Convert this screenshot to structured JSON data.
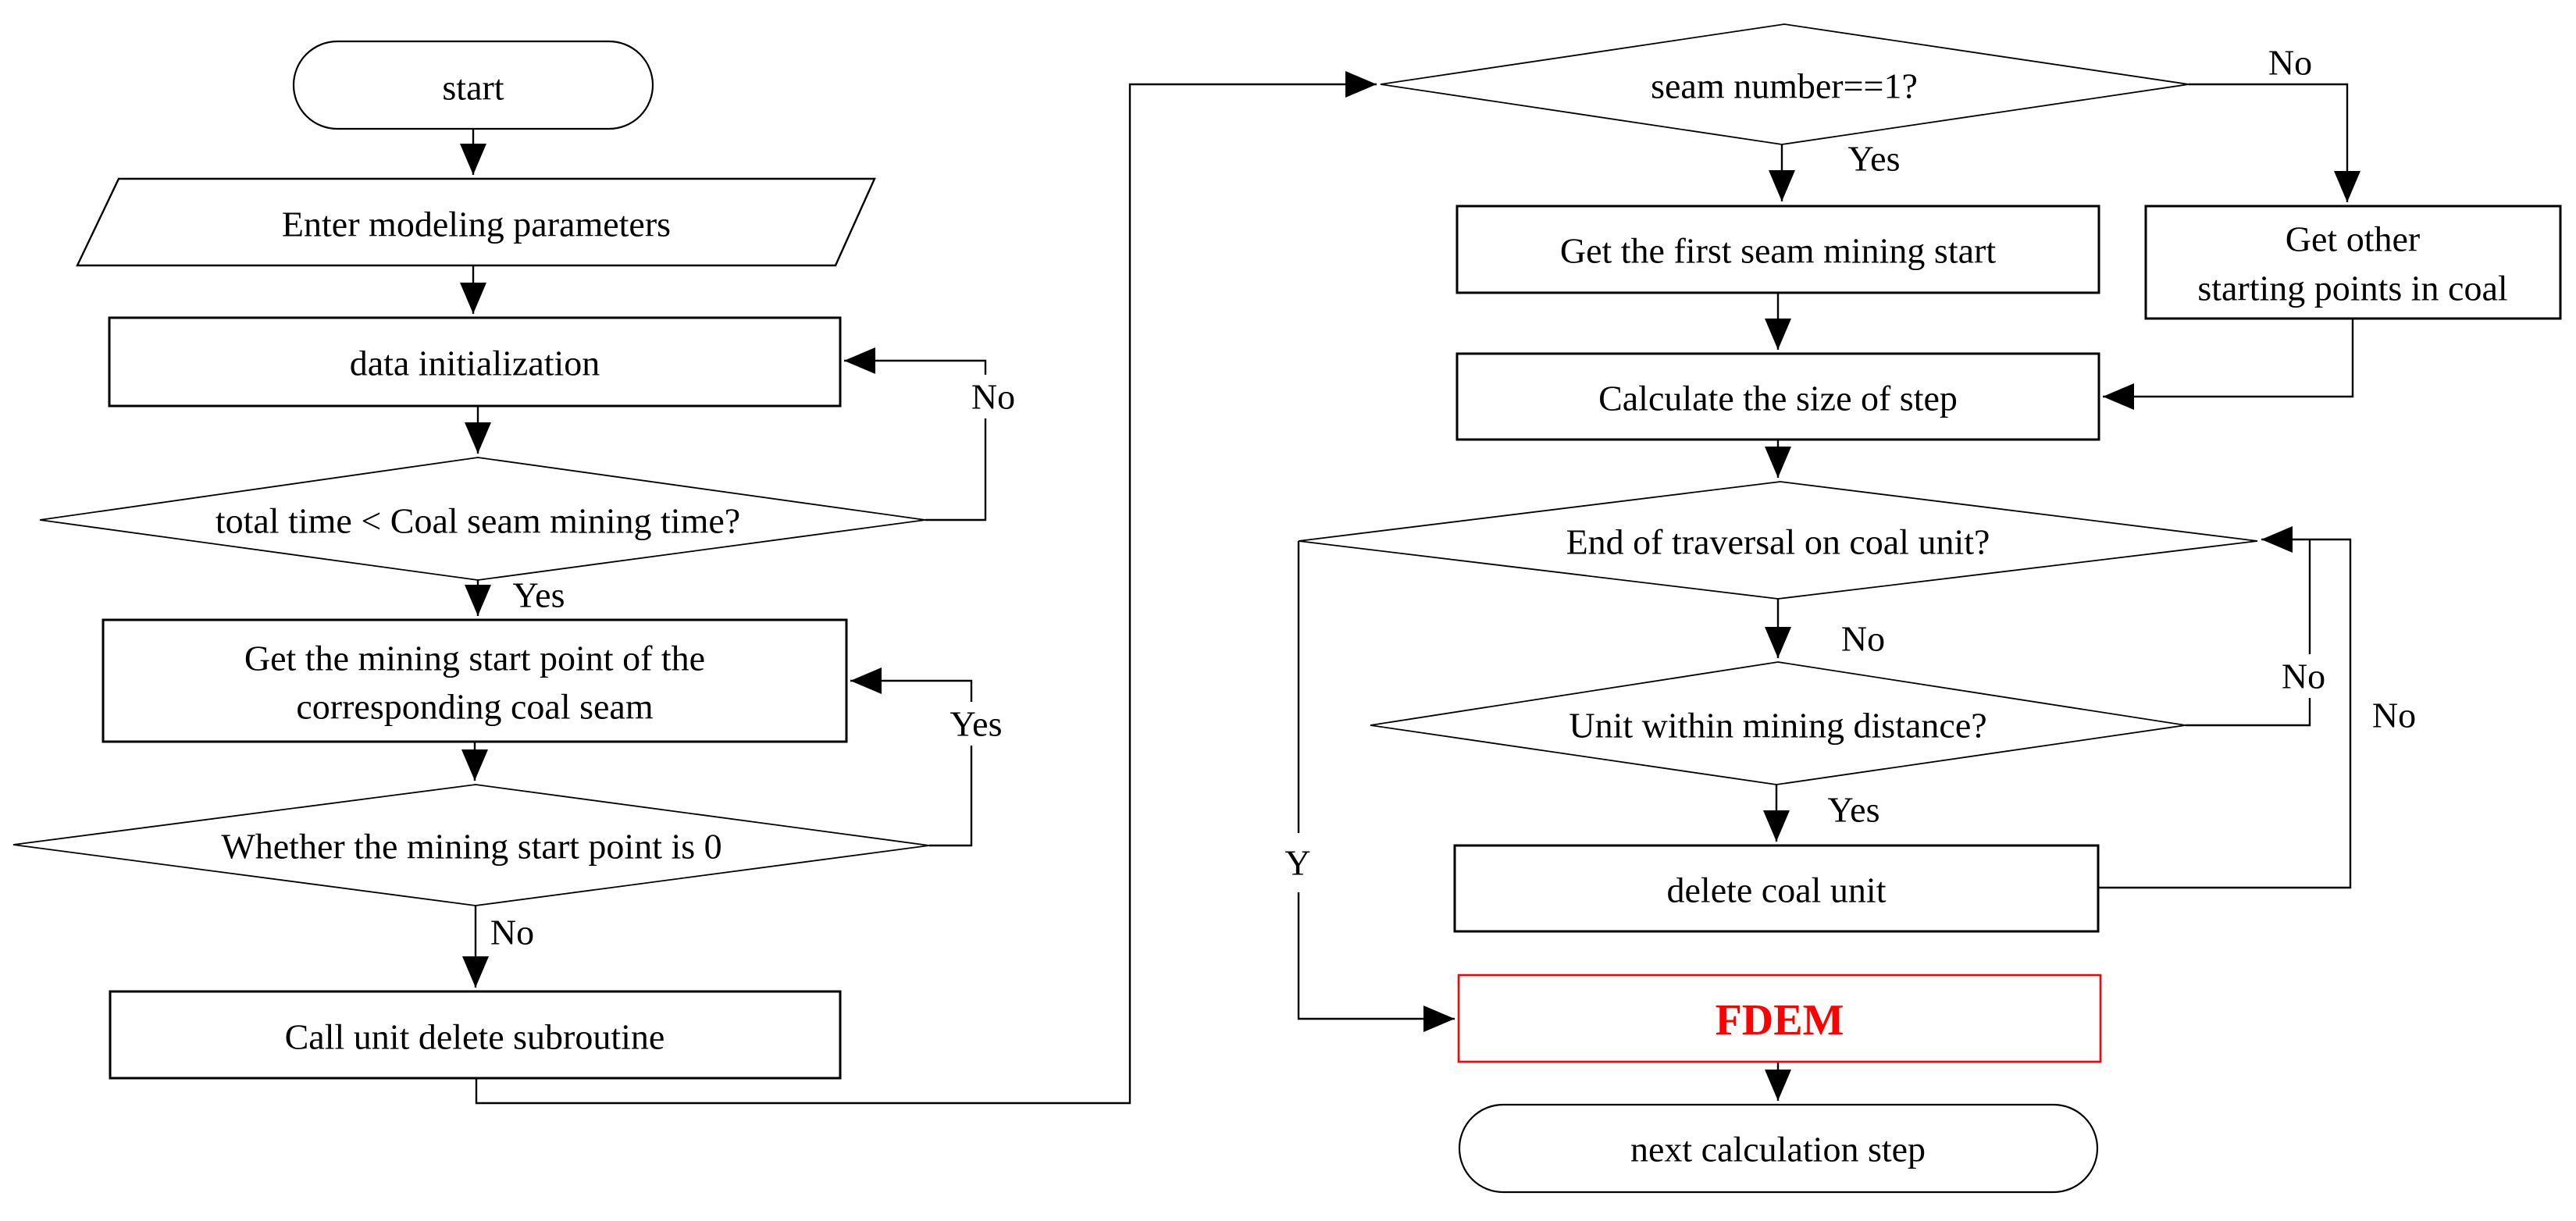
{
  "diagram": {
    "background_color": "#ffffff",
    "line_color": "#000000",
    "highlight_color": "#fe0000",
    "nodes": {
      "start": {
        "type": "terminator",
        "label": "start"
      },
      "enter_params": {
        "type": "io",
        "label": "Enter modeling parameters"
      },
      "data_init": {
        "type": "process",
        "label": "data initialization"
      },
      "total_time": {
        "type": "decision",
        "label": "total time < Coal seam mining time?"
      },
      "get_mining_start": {
        "type": "process",
        "line1": "Get the mining start point of the",
        "line2": "corresponding coal seam"
      },
      "whether_zero": {
        "type": "decision",
        "label": "Whether the mining start point is 0"
      },
      "call_delete": {
        "type": "process",
        "label": "Call unit delete subroutine"
      },
      "seam_number": {
        "type": "decision",
        "label": "seam number==1?"
      },
      "get_first_seam": {
        "type": "process",
        "label": "Get the first seam mining start"
      },
      "get_other": {
        "type": "process",
        "line1": "Get other",
        "line2": "starting points in coal"
      },
      "calc_step": {
        "type": "process",
        "label": "Calculate the size of step"
      },
      "end_traversal": {
        "type": "decision",
        "label": "End of traversal on coal unit?"
      },
      "unit_within": {
        "type": "decision",
        "label": "Unit within mining distance?"
      },
      "delete_unit": {
        "type": "process",
        "label": "delete coal unit"
      },
      "fdem": {
        "type": "process",
        "label": "FDEM"
      },
      "next_step": {
        "type": "terminator",
        "label": "next calculation step"
      }
    },
    "edge_labels": {
      "no_data_init_loop": "No",
      "yes_total_time": "Yes",
      "yes_mining_loop": "Yes",
      "no_whether_zero": "No",
      "yes_seam_number": "Yes",
      "no_seam_number": "No",
      "no_end_traversal": "No",
      "no_unit_within": "No",
      "no_outer_loop": "No",
      "yes_unit_within": "Yes",
      "y_to_fdem": "Y"
    }
  }
}
